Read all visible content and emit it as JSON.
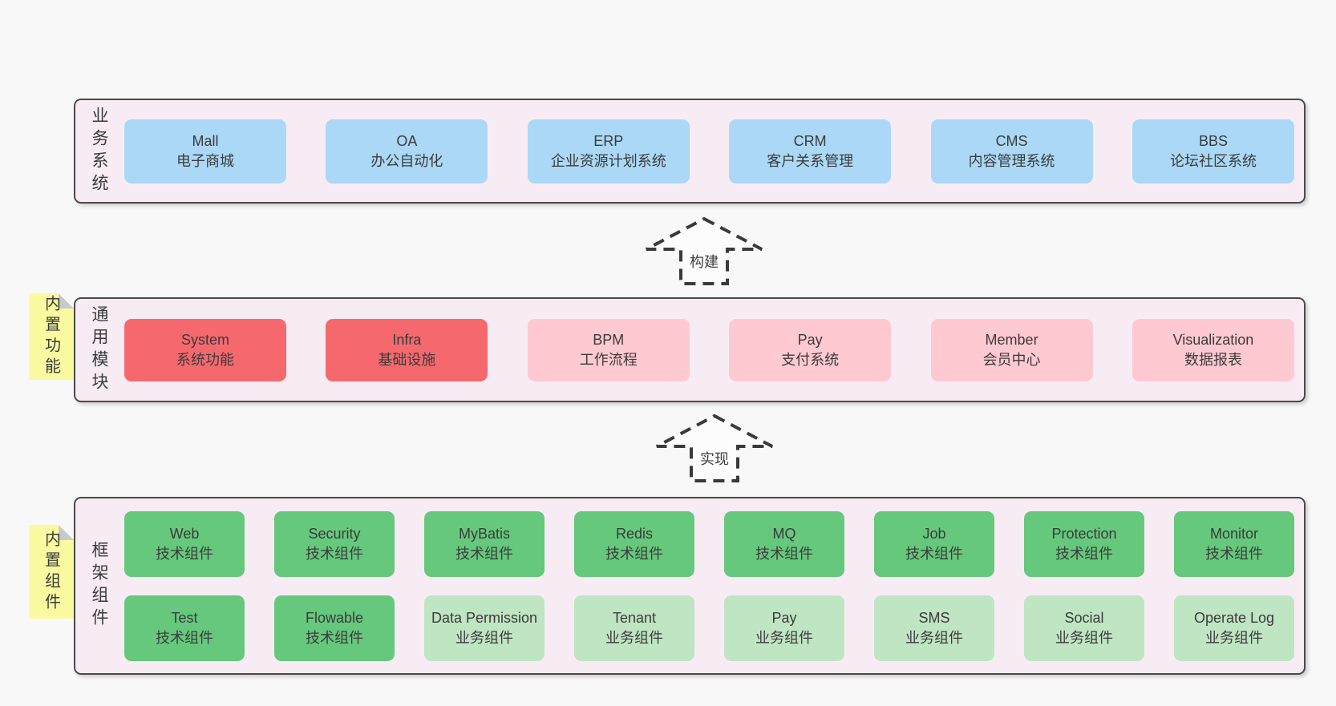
{
  "colors": {
    "page_bg": "#f8f8f8",
    "band_bg": "#f7ecf4",
    "band_border": "#4a4a4a",
    "blue_box": "#abd8f6",
    "red_box": "#f5696e",
    "pink_box": "#ffc9d2",
    "green_box": "#66c87c",
    "light_green_box": "#bfe5c3",
    "note_bg": "#fafaa0",
    "note_fold": "#c9c9c9",
    "text": "#3b3b3b"
  },
  "bands": {
    "business": {
      "label": "业务系统",
      "boxes": [
        {
          "name": "Mall",
          "desc": "电子商城"
        },
        {
          "name": "OA",
          "desc": "办公自动化"
        },
        {
          "name": "ERP",
          "desc": "企业资源计划系统"
        },
        {
          "name": "CRM",
          "desc": "客户关系管理"
        },
        {
          "name": "CMS",
          "desc": "内容管理系统"
        },
        {
          "name": "BBS",
          "desc": "论坛社区系统"
        }
      ]
    },
    "modules": {
      "label": "通用模块",
      "note": "内置功能",
      "boxes": [
        {
          "name": "System",
          "desc": "系统功能"
        },
        {
          "name": "Infra",
          "desc": "基础设施"
        },
        {
          "name": "BPM",
          "desc": "工作流程"
        },
        {
          "name": "Pay",
          "desc": "支付系统"
        },
        {
          "name": "Member",
          "desc": "会员中心"
        },
        {
          "name": "Visualization",
          "desc": "数据报表"
        }
      ]
    },
    "framework": {
      "label": "框架组件",
      "note": "内置组件",
      "row1": [
        {
          "name": "Web",
          "desc": "技术组件"
        },
        {
          "name": "Security",
          "desc": "技术组件"
        },
        {
          "name": "MyBatis",
          "desc": "技术组件"
        },
        {
          "name": "Redis",
          "desc": "技术组件"
        },
        {
          "name": "MQ",
          "desc": "技术组件"
        },
        {
          "name": "Job",
          "desc": "技术组件"
        },
        {
          "name": "Protection",
          "desc": "技术组件"
        },
        {
          "name": "Monitor",
          "desc": "技术组件"
        }
      ],
      "row2": [
        {
          "name": "Test",
          "desc": "技术组件"
        },
        {
          "name": "Flowable",
          "desc": "技术组件"
        },
        {
          "name": "Data Permission",
          "desc": "业务组件"
        },
        {
          "name": "Tenant",
          "desc": "业务组件"
        },
        {
          "name": "Pay",
          "desc": "业务组件"
        },
        {
          "name": "SMS",
          "desc": "业务组件"
        },
        {
          "name": "Social",
          "desc": "业务组件"
        },
        {
          "name": "Operate Log",
          "desc": "业务组件"
        }
      ]
    }
  },
  "arrows": {
    "build": "构建",
    "implement": "实现"
  }
}
